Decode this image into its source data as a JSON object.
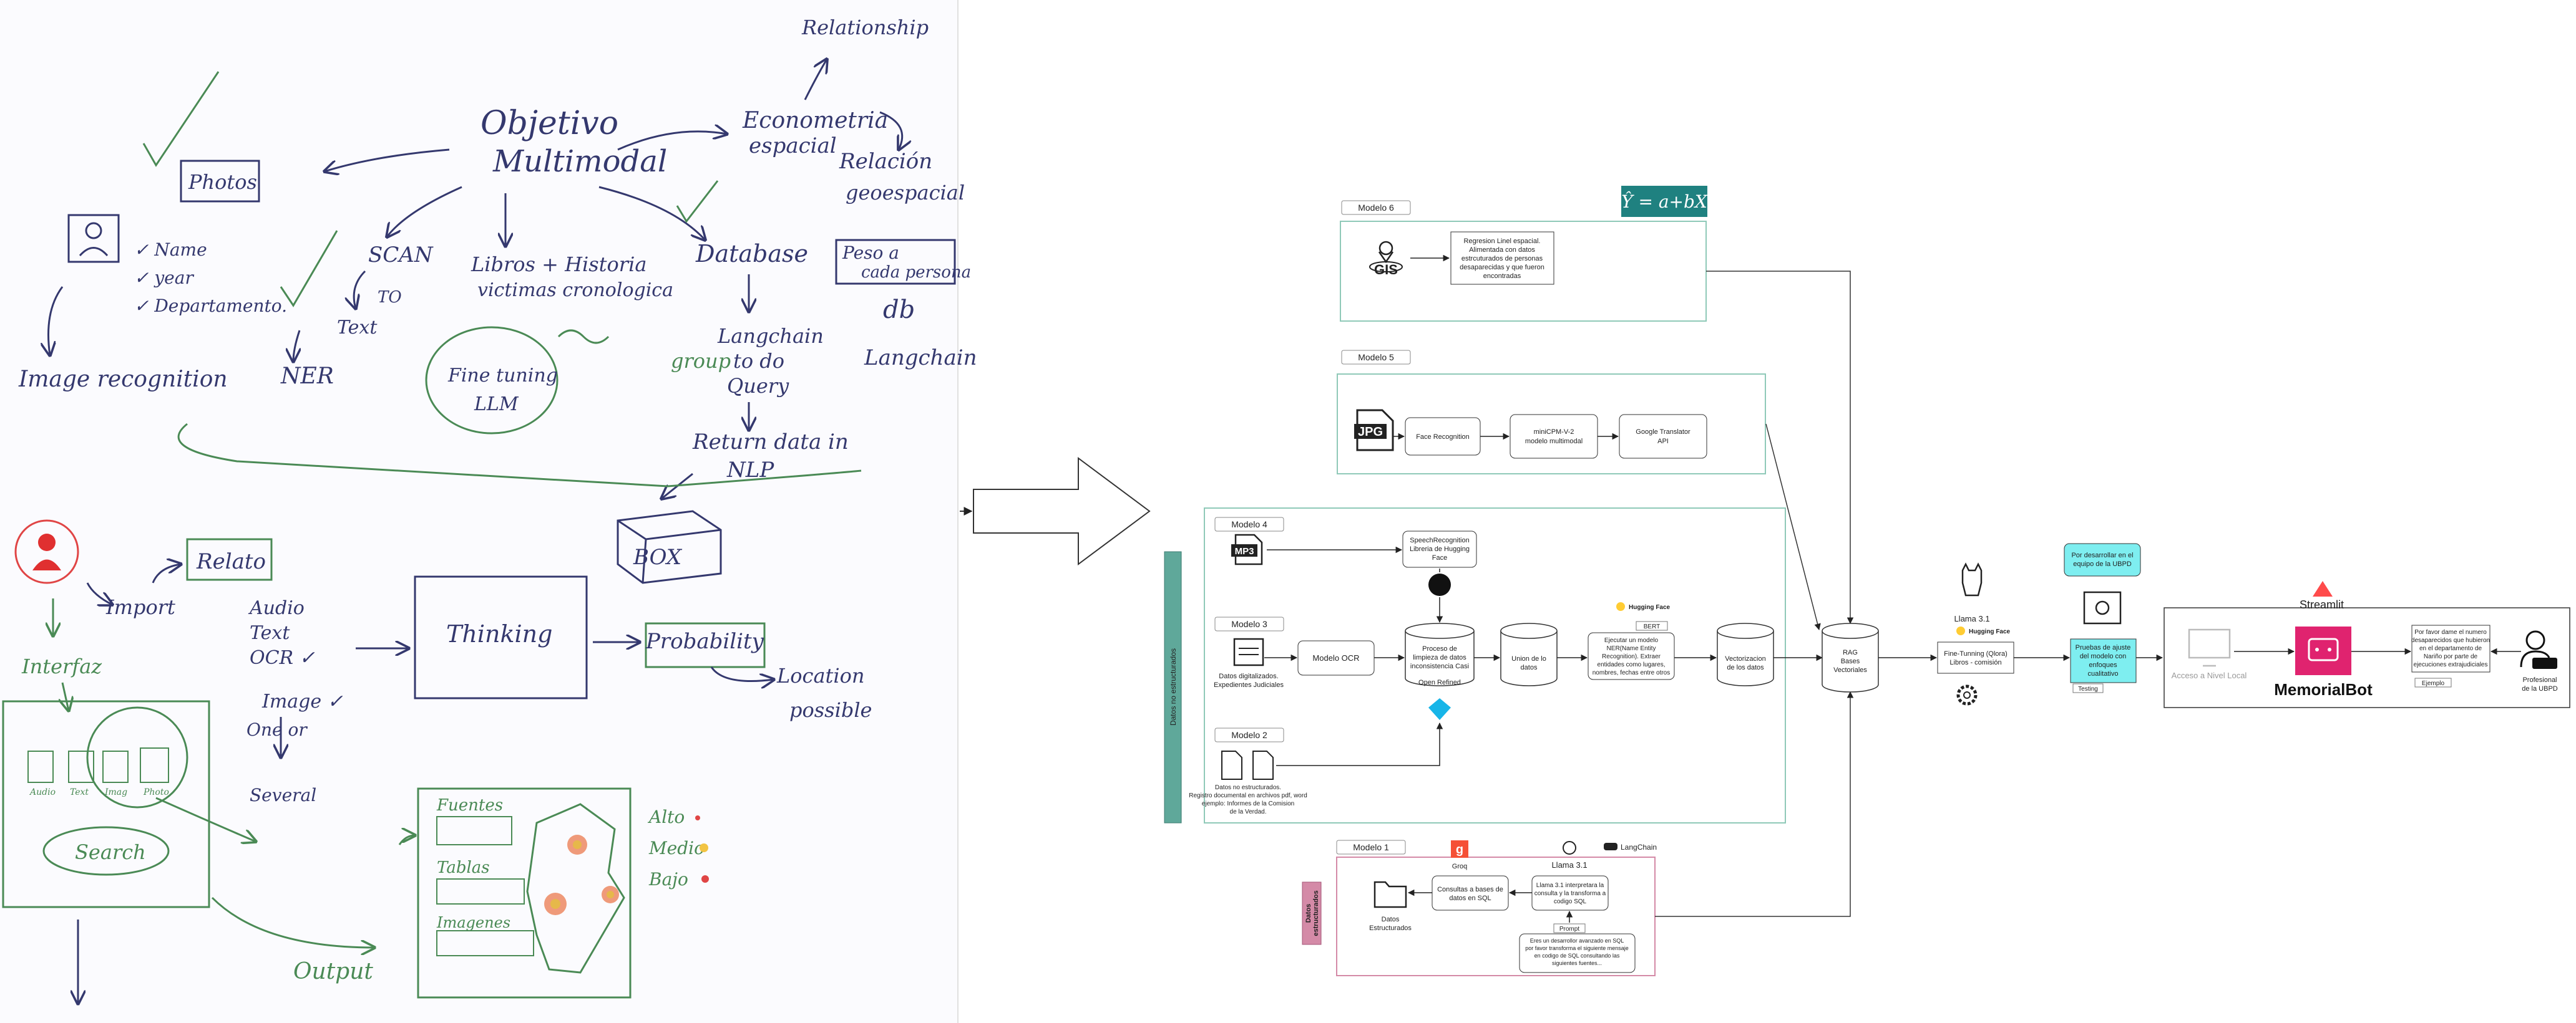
{
  "sketch": {
    "objective": [
      "Objetivo",
      "Multimodal"
    ],
    "relationship": "Relationship",
    "econometria": [
      "Econometria",
      "espacial"
    ],
    "relacion": [
      "Relación",
      "geoespacial"
    ],
    "peso": [
      "Peso a",
      "cada persona"
    ],
    "db": "db",
    "langchain_small": "Langchain",
    "photos": "Photos",
    "person_fields": [
      "✓ Name",
      "✓ year",
      "✓ Departamento."
    ],
    "image_recognition": "Image recognition",
    "scan": "SCAN",
    "to": "TO",
    "text": "Text",
    "ner": "NER",
    "libros": [
      "Libros + Historia",
      "victimas  cronologica"
    ],
    "fine_tuning": [
      "Fine tuning",
      "LLM"
    ],
    "database": "Database",
    "langchain_query": [
      "Langchain",
      "to do",
      "Query"
    ],
    "group": "group",
    "return_data": [
      "Return data in",
      "NLP"
    ],
    "box": "BOX",
    "import": "Import",
    "relato": "Relato",
    "inputs": [
      "Audio",
      "Text",
      "OCR ✓",
      "Image ✓"
    ],
    "one_or_several": [
      "One or",
      "Several"
    ],
    "thinking": "Thinking",
    "probability": "Probability",
    "location": [
      "Location",
      "possible"
    ],
    "interfaz": "Interfaz",
    "tiles": [
      "Audio",
      "Text",
      "Imag",
      "Photo"
    ],
    "search": "Search",
    "output": "Output",
    "fuentes": "Fuentes",
    "tablas": "Tablas",
    "imagenes": "Imagenes",
    "legend": [
      "Alto",
      "Medio",
      "Bajo"
    ]
  },
  "diagram": {
    "formula": "Ŷ = a+bX",
    "modelo6": "Modelo 6",
    "gis": "GIS",
    "regresion": [
      "Regresion Linel espacial.",
      "Alimentada con datos",
      "estrcuturados de personas",
      "desaparecidas y que fueron",
      "encontradas"
    ],
    "modelo5": "Modelo 5",
    "jpg": "JPG",
    "face": "Face Recognition",
    "minicpm": [
      "miniCPM-V-2",
      "modelo multimodal"
    ],
    "translator": [
      "Google Translator",
      "API"
    ],
    "modelo4": "Modelo 4",
    "mp3": "MP3",
    "speech": [
      "SpeechRecognition",
      "Libreria de Hugging",
      "Face"
    ],
    "modelo3": "Modelo 3",
    "digitalizados": [
      "Datos digitalizados.",
      "Expedientes Judiciales"
    ],
    "ocr": "Modelo OCR",
    "proceso": [
      "Proceso de",
      "limpieza de datos",
      "inconsistencia Casi"
    ],
    "open_refined": "Open Refined",
    "union": [
      "Union de lo",
      "datos"
    ],
    "hugging_face_tag": "Hugging Face",
    "bert": "BERT",
    "ner_desc": [
      "Ejecutar un modelo",
      "NER(Name Entity",
      "Recognition). Extraer",
      "entidades como lugares,",
      "nombres, fechas entre otros"
    ],
    "vectorizacion": [
      "Vectorizacion",
      "de los datos"
    ],
    "modelo2": "Modelo 2",
    "no_estructurados": [
      "Datos no estructurados.",
      "Registro documental en archivos pdf, word",
      "ejemplo: Informes de la Comision",
      "de la Verdad."
    ],
    "side_no_estructurados": "Datos no estructurados",
    "modelo1": "Modelo 1",
    "groq": "Groq",
    "llama_sql_title": "Llama 3.1",
    "langchain": "LangChain",
    "estructurados": [
      "Datos",
      "Estructurados"
    ],
    "consultas": [
      "Consultas a bases de",
      "datos en SQL"
    ],
    "llama_sql": [
      "Llama 3.1 interpretara la",
      "consulta y la transforma a",
      "codigo SQL"
    ],
    "prompt_tag": "Prompt",
    "prompt": [
      "Eres un desarrollor avanzado en SQL",
      "por favor transforma el siguiente mensaje",
      "en codigo de SQL consultando las",
      "siguientes fuentes..."
    ],
    "side_estructurados": [
      "Datos",
      "estructurados"
    ],
    "rag": [
      "RAG",
      "Bases",
      "Vectoriales"
    ],
    "llama_title": "Llama 3.1",
    "hf_label": "Hugging Face",
    "finetune": [
      "Fine-Tunning (Qlora)",
      "Libros - comisión"
    ],
    "por_desarrollar": [
      "Por desarrollar en el",
      "equipo de la UBPD"
    ],
    "pruebas": [
      "Pruebas de ajuste",
      "del modelo con",
      "enfoques",
      "cualitativo"
    ],
    "testing": "Testing",
    "streamlit": "Streamlit",
    "acceso": "Acceso a Nivel Local",
    "memorialbot": "MemorialBot",
    "chat": [
      "Por favor dame el numero",
      "desaparecidos que hubieron",
      "en el departamento de",
      "Nariño por parte de",
      "ejecuciones extrajudiciales"
    ],
    "ejemplo": "Ejemplo",
    "profesional": [
      "Profesional",
      "de la UBPD"
    ]
  },
  "colors": {
    "ink": "#34386e",
    "green_ink": "#4a8a55",
    "teal_box": "#5fa89a",
    "pink_box": "#d48aa7",
    "memorialbot": "#e0236f",
    "streamlit": "#ff4b4b",
    "cyan": "#7eeef0",
    "formula_bg": "#1f8180"
  }
}
